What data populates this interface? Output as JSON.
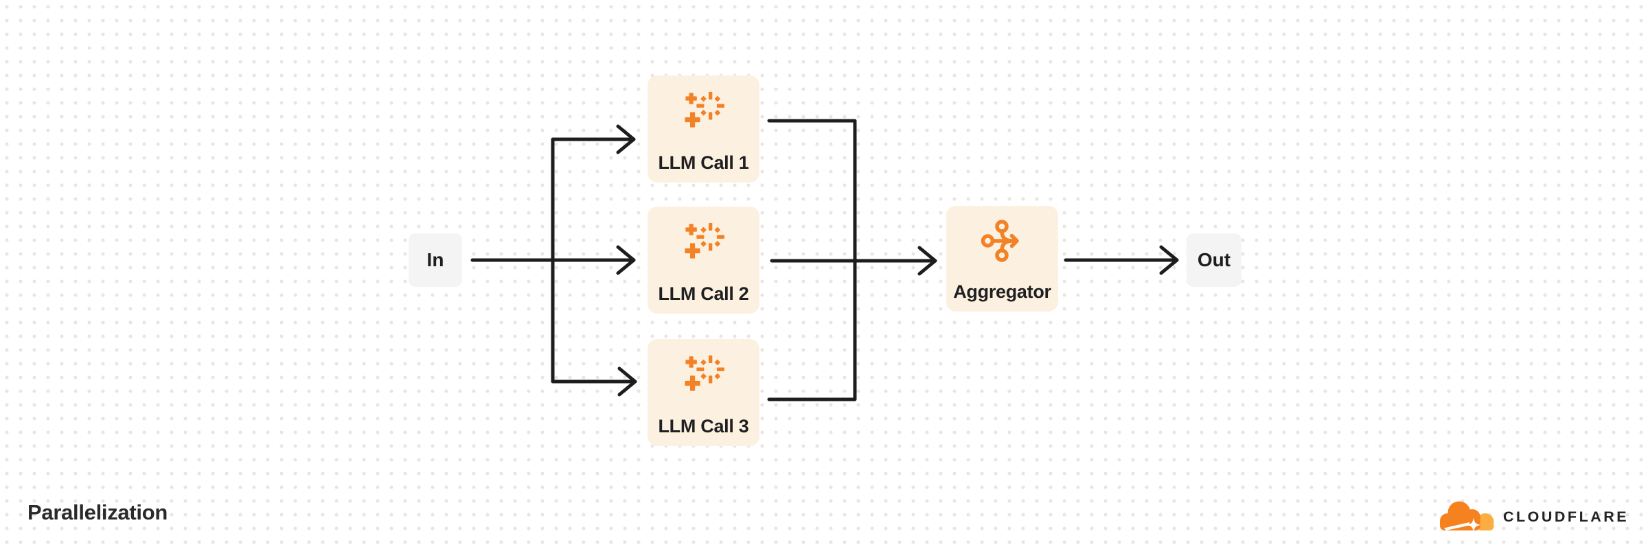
{
  "diagram": {
    "type": "flowchart",
    "title": "Parallelization",
    "nodes": [
      {
        "id": "in",
        "label": "In"
      },
      {
        "id": "llm-call-1",
        "label": "LLM Call 1",
        "icon": "sparkle-icon"
      },
      {
        "id": "llm-call-2",
        "label": "LLM Call 2",
        "icon": "sparkle-icon"
      },
      {
        "id": "llm-call-3",
        "label": "LLM Call 3",
        "icon": "sparkle-icon"
      },
      {
        "id": "aggregator",
        "label": "Aggregator",
        "icon": "merge-icon"
      },
      {
        "id": "out",
        "label": "Out"
      }
    ],
    "edges": [
      {
        "from": "in",
        "to": "llm-call-1"
      },
      {
        "from": "in",
        "to": "llm-call-2"
      },
      {
        "from": "in",
        "to": "llm-call-3"
      },
      {
        "from": "llm-call-1",
        "to": "aggregator"
      },
      {
        "from": "llm-call-2",
        "to": "aggregator"
      },
      {
        "from": "llm-call-3",
        "to": "aggregator"
      },
      {
        "from": "aggregator",
        "to": "out"
      }
    ]
  },
  "brand": {
    "wordmark": "CLOUDFLARE"
  },
  "colors": {
    "background": "#ffffff",
    "dot": "#e7e6e4",
    "line": "#1d1d1f",
    "node_fill": "#fcf1e0",
    "io_fill": "#f4f4f5",
    "icon_orange": "#f28227",
    "logo_orange": "#f6821f",
    "logo_light_orange": "#fbad41",
    "text": "#1f1f21",
    "title_text": "#2a2a2d"
  }
}
